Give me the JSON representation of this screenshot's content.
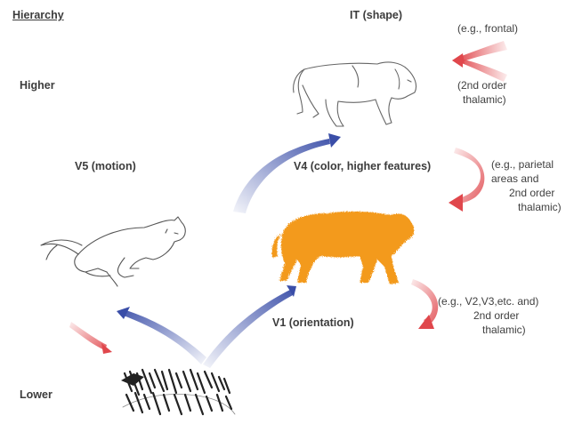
{
  "title": "Hierarchy",
  "levels": {
    "higher": "Higher",
    "lower": "Lower"
  },
  "areas": {
    "it": "IT (shape)",
    "v4": "V4 (color, higher features)",
    "v5": "V5 (motion)",
    "v1": "V1 (orientation)"
  },
  "feedback": {
    "it": [
      "(e.g., frontal)",
      "(2nd order",
      "thalamic)"
    ],
    "v4": [
      "(e.g., parietal",
      "areas and",
      "2nd order",
      "thalamic)"
    ],
    "v1": [
      "(e.g., V2,V3,etc. and)",
      "2nd order",
      "thalamic)"
    ]
  },
  "colors": {
    "feedforward_arrow": "#3a4ea8",
    "feedback_arrow": "#e0474c",
    "orange_tiger": "#f39a1f",
    "outline": "#666666"
  },
  "icons": [
    "tiger-texture-icon",
    "running-cat-outline-icon",
    "orange-tiger-silhouette-icon",
    "walking-lion-outline-icon"
  ]
}
